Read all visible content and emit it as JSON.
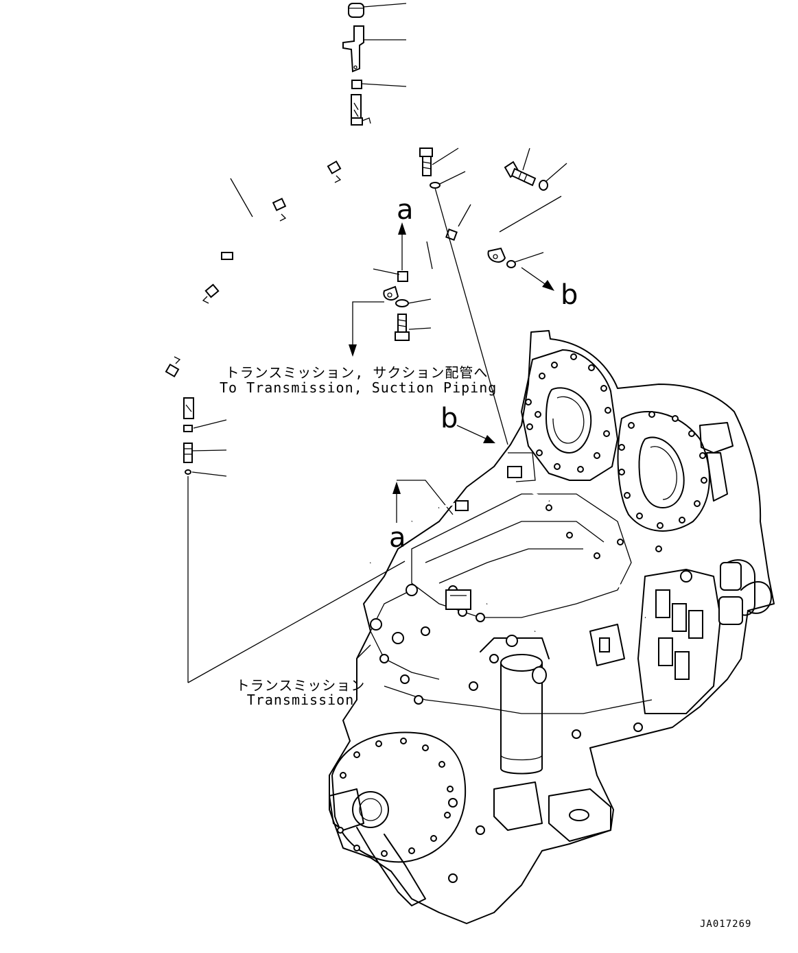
{
  "diagram": {
    "callouts": {
      "a_top": "a",
      "b_right": "b",
      "b_mid": "b",
      "a_bottom": "a"
    },
    "labels": {
      "suction_jp": "トランスミッション, サクション配管へ",
      "suction_en": "To Transmission, Suction Piping",
      "transmission_jp": "トランスミッション",
      "transmission_en": "Transmission"
    },
    "drawing_code": "JA017269"
  }
}
